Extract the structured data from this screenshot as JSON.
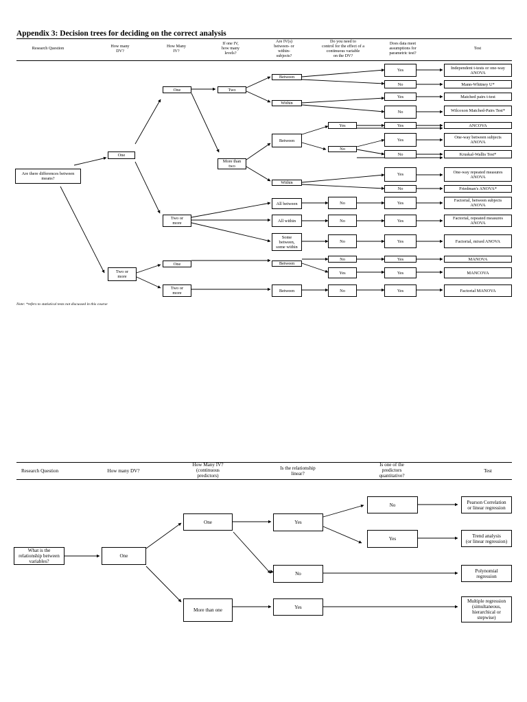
{
  "title": "Appendix 3: Decision trees for deciding on the correct analysis",
  "tree1": {
    "headers": {
      "research_question": "Research Question",
      "how_many_dv": "How many\nDV?",
      "how_many_iv": "How Many\nIV?",
      "levels": "If one IV,\nhow many\nlevels?",
      "between_within": "Are IV(s)\nbetween- or\nwithin-\nsubjects?",
      "control": "Do you need to\ncontrol for the effect of a\ncontinuous variable\non the DV?",
      "assumptions": "Does data meet\nassumptions  for\nparametric test?",
      "test": "Test"
    },
    "nodes": {
      "root": "Are there differences between\nmeans?",
      "dv_one": "One",
      "dv_two_or_more": "Two or\nmore",
      "iv_one": "One",
      "iv_two_or_more": "Two or\nmore",
      "lv_two": "Two",
      "lv_more_than_two": "More than\ntwo",
      "mv_iv_one": "One",
      "mv_iv_two_or_more": "Two or\nmore",
      "bw_between_1": "Between",
      "bw_within_1": "Within",
      "bw_between_2": "Between",
      "bw_within_2": "Within",
      "bw_all_between": "All between",
      "bw_all_within": "All within",
      "bw_some": "Some\nbetween,\nsome within",
      "bw_between_mv": "Between",
      "bw_between_mv2": "Between",
      "cv_yes_1": "Yes",
      "cv_no_1": "No",
      "cv_no_f1": "No",
      "cv_no_f2": "No",
      "cv_no_f3": "No",
      "cv_no_m1": "No",
      "cv_yes_m": "Yes",
      "cv_no_m2": "No",
      "a_yes_1": "Yes",
      "a_no_1": "No",
      "a_yes_2": "Yes",
      "a_no_2": "No",
      "a_yes_3": "Yes",
      "a_yes_4": "Yes",
      "a_no_4": "No",
      "a_yes_5": "Yes",
      "a_no_5": "No",
      "a_yes_f1": "Yes",
      "a_yes_f2": "Yes",
      "a_yes_f3": "Yes",
      "a_yes_m1": "Yes",
      "a_yes_m2": "Yes",
      "a_yes_m3": "Yes"
    },
    "tests": {
      "t1": "Independent t-tests or one-way\nANOVA",
      "t2": "Mann-Whitney U*",
      "t3": "Matched pairs t-test",
      "t4": "Wilcoxon Matched-Pairs Test*",
      "t5": "ANCOVA",
      "t6": "One-way between subjects\nANOVA",
      "t7": "Kruskal-Wallis Test*",
      "t8": "One-way repeated measures\nANOVA",
      "t9": "Friedman's ANOVA*",
      "t10": "Factorial, between subjects\nANOVA",
      "t11": "Factorial, repeated measures\nANOVA",
      "t12": "Factorial, mixed ANOVA",
      "t13": "MANOVA",
      "t14": "MANCOVA",
      "t15": "Factorial MANOVA"
    },
    "note": "Note: *refers to statistical tests not discussed in this course"
  },
  "tree2": {
    "headers": {
      "research_question": "Research Question",
      "how_many_dv": "How many DV?",
      "how_many_iv": "How Many IV?\n(continuous\npredictors)",
      "linear": "Is the relationship\nlinear?",
      "quantitative": "Is one of the\npredictors\nquantitative?",
      "test": "Test"
    },
    "nodes": {
      "root": "What is the\nrelationship between\nvariables?",
      "dv_one": "One",
      "iv_one": "One",
      "iv_more": "More than one",
      "lin_yes": "Yes",
      "lin_no": "No",
      "lin_yes_2": "Yes",
      "q_no": "No",
      "q_yes": "Yes"
    },
    "tests": {
      "t1": "Pearson Correlation\nor linear regression",
      "t2": "Trend analysis\n(or linear regression)",
      "t3": "Polynomial\nregression",
      "t4": "Multiple regression\n(simultaneous,\nhierarchical or\nstepwise)"
    }
  }
}
